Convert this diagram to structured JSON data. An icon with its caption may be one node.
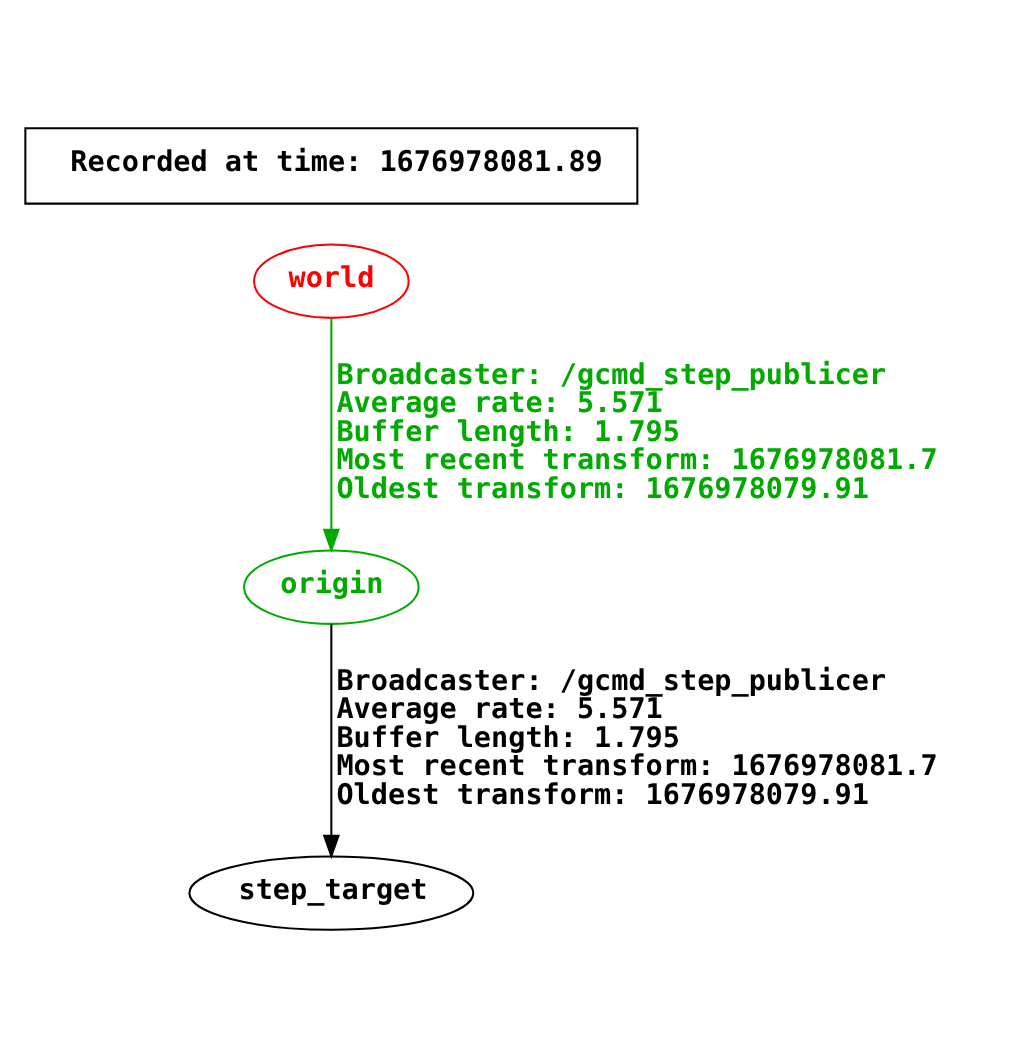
{
  "diagram": {
    "nodes": [
      {
        "text": [
          "Recorded at time: 1676978081.89"
        ]
      },
      {
        "text": [
          "world"
        ]
      },
      {
        "text": [
          "origin"
        ]
      },
      {
        "text": [
          "step_target"
        ]
      }
    ],
    "edges": [
      {
        "from": 1,
        "to": 2,
        "arrow": "to",
        "color": "#00aa00",
        "label": "Broadcaster: /gcmd_step_publicer Average rate: 5.571 Buffer length: 1.795 Most recent transform: 1676978081.7 Oldest transform: 1676978079.91"
      },
      {
        "from": 2,
        "to": 3,
        "arrow": "to",
        "color": "#000000",
        "label": "Broadcaster: /gcmd_step_publicer Average rate: 5.571 Buffer length: 1.795 Most recent transform: 1676978081.7 Oldest transform: 1676978079.91"
      }
    ]
  }
}
